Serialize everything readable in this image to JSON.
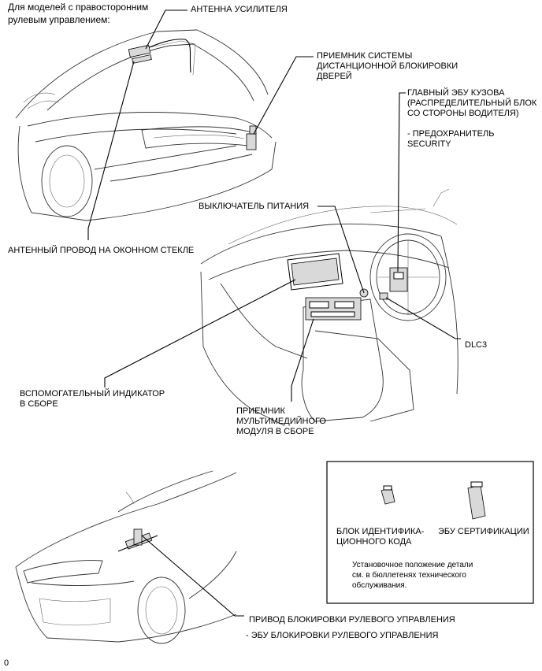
{
  "header": {
    "line1": "Для моделей с правосторонним",
    "line2": "рулевым управлением:"
  },
  "labels": {
    "amplifier_antenna": "АНТЕННА УСИЛИТЕЛЯ",
    "door_receiver_1": "ПРИЕМНИК СИСТЕМЫ",
    "door_receiver_2": "ДИСТАНЦИОННОЙ БЛОКИРОВКИ",
    "door_receiver_3": "ДВЕРЕЙ",
    "body_ecu_1": "ГЛАВНЫЙ ЭБУ КУЗОВА",
    "body_ecu_2": "(РАСПРЕДЕЛИТЕЛЬНЫЙ БЛОК",
    "body_ecu_3": "СО СТОРОНЫ ВОДИТЕЛЯ)",
    "fuse_1": "- ПРЕДОХРАНИТЕЛЬ",
    "fuse_2": "SECURITY",
    "power_switch": "ВЫКЛЮЧАТЕЛЬ ПИТАНИЯ",
    "window_antenna": "АНТЕННЫЙ ПРОВОД НА ОКОННОМ СТЕКЛЕ",
    "dlc3": "DLC3",
    "aux_indicator_1": "ВСПОМОГАТЕЛЬНЫЙ ИНДИКАТОР",
    "aux_indicator_2": "В СБОРЕ",
    "multimedia_1": "ПРИЕМНИК",
    "multimedia_2": "МУЛЬТИМЕДИЙНОГО",
    "multimedia_3": "МОДУЛЯ В СБОРЕ",
    "id_box_1": "БЛОК ИДЕНТИФИКА-",
    "id_box_2": "ЦИОННОГО КОДА",
    "cert_ecu": "ЭБУ СЕРТИФИКАЦИИ",
    "note_1": "Установочное положение детали",
    "note_2": "см. в бюллетенях технического",
    "note_3": "обслуживания.",
    "steering_lock_actuator": "ПРИВОД БЛОКИРОВКИ РУЛЕВОГО УПРАВЛЕНИЯ",
    "steering_lock_ecu": "- ЭБУ БЛОКИРОВКИ РУЛЕВОГО УПРАВЛЕНИЯ",
    "page_mark": "0"
  }
}
